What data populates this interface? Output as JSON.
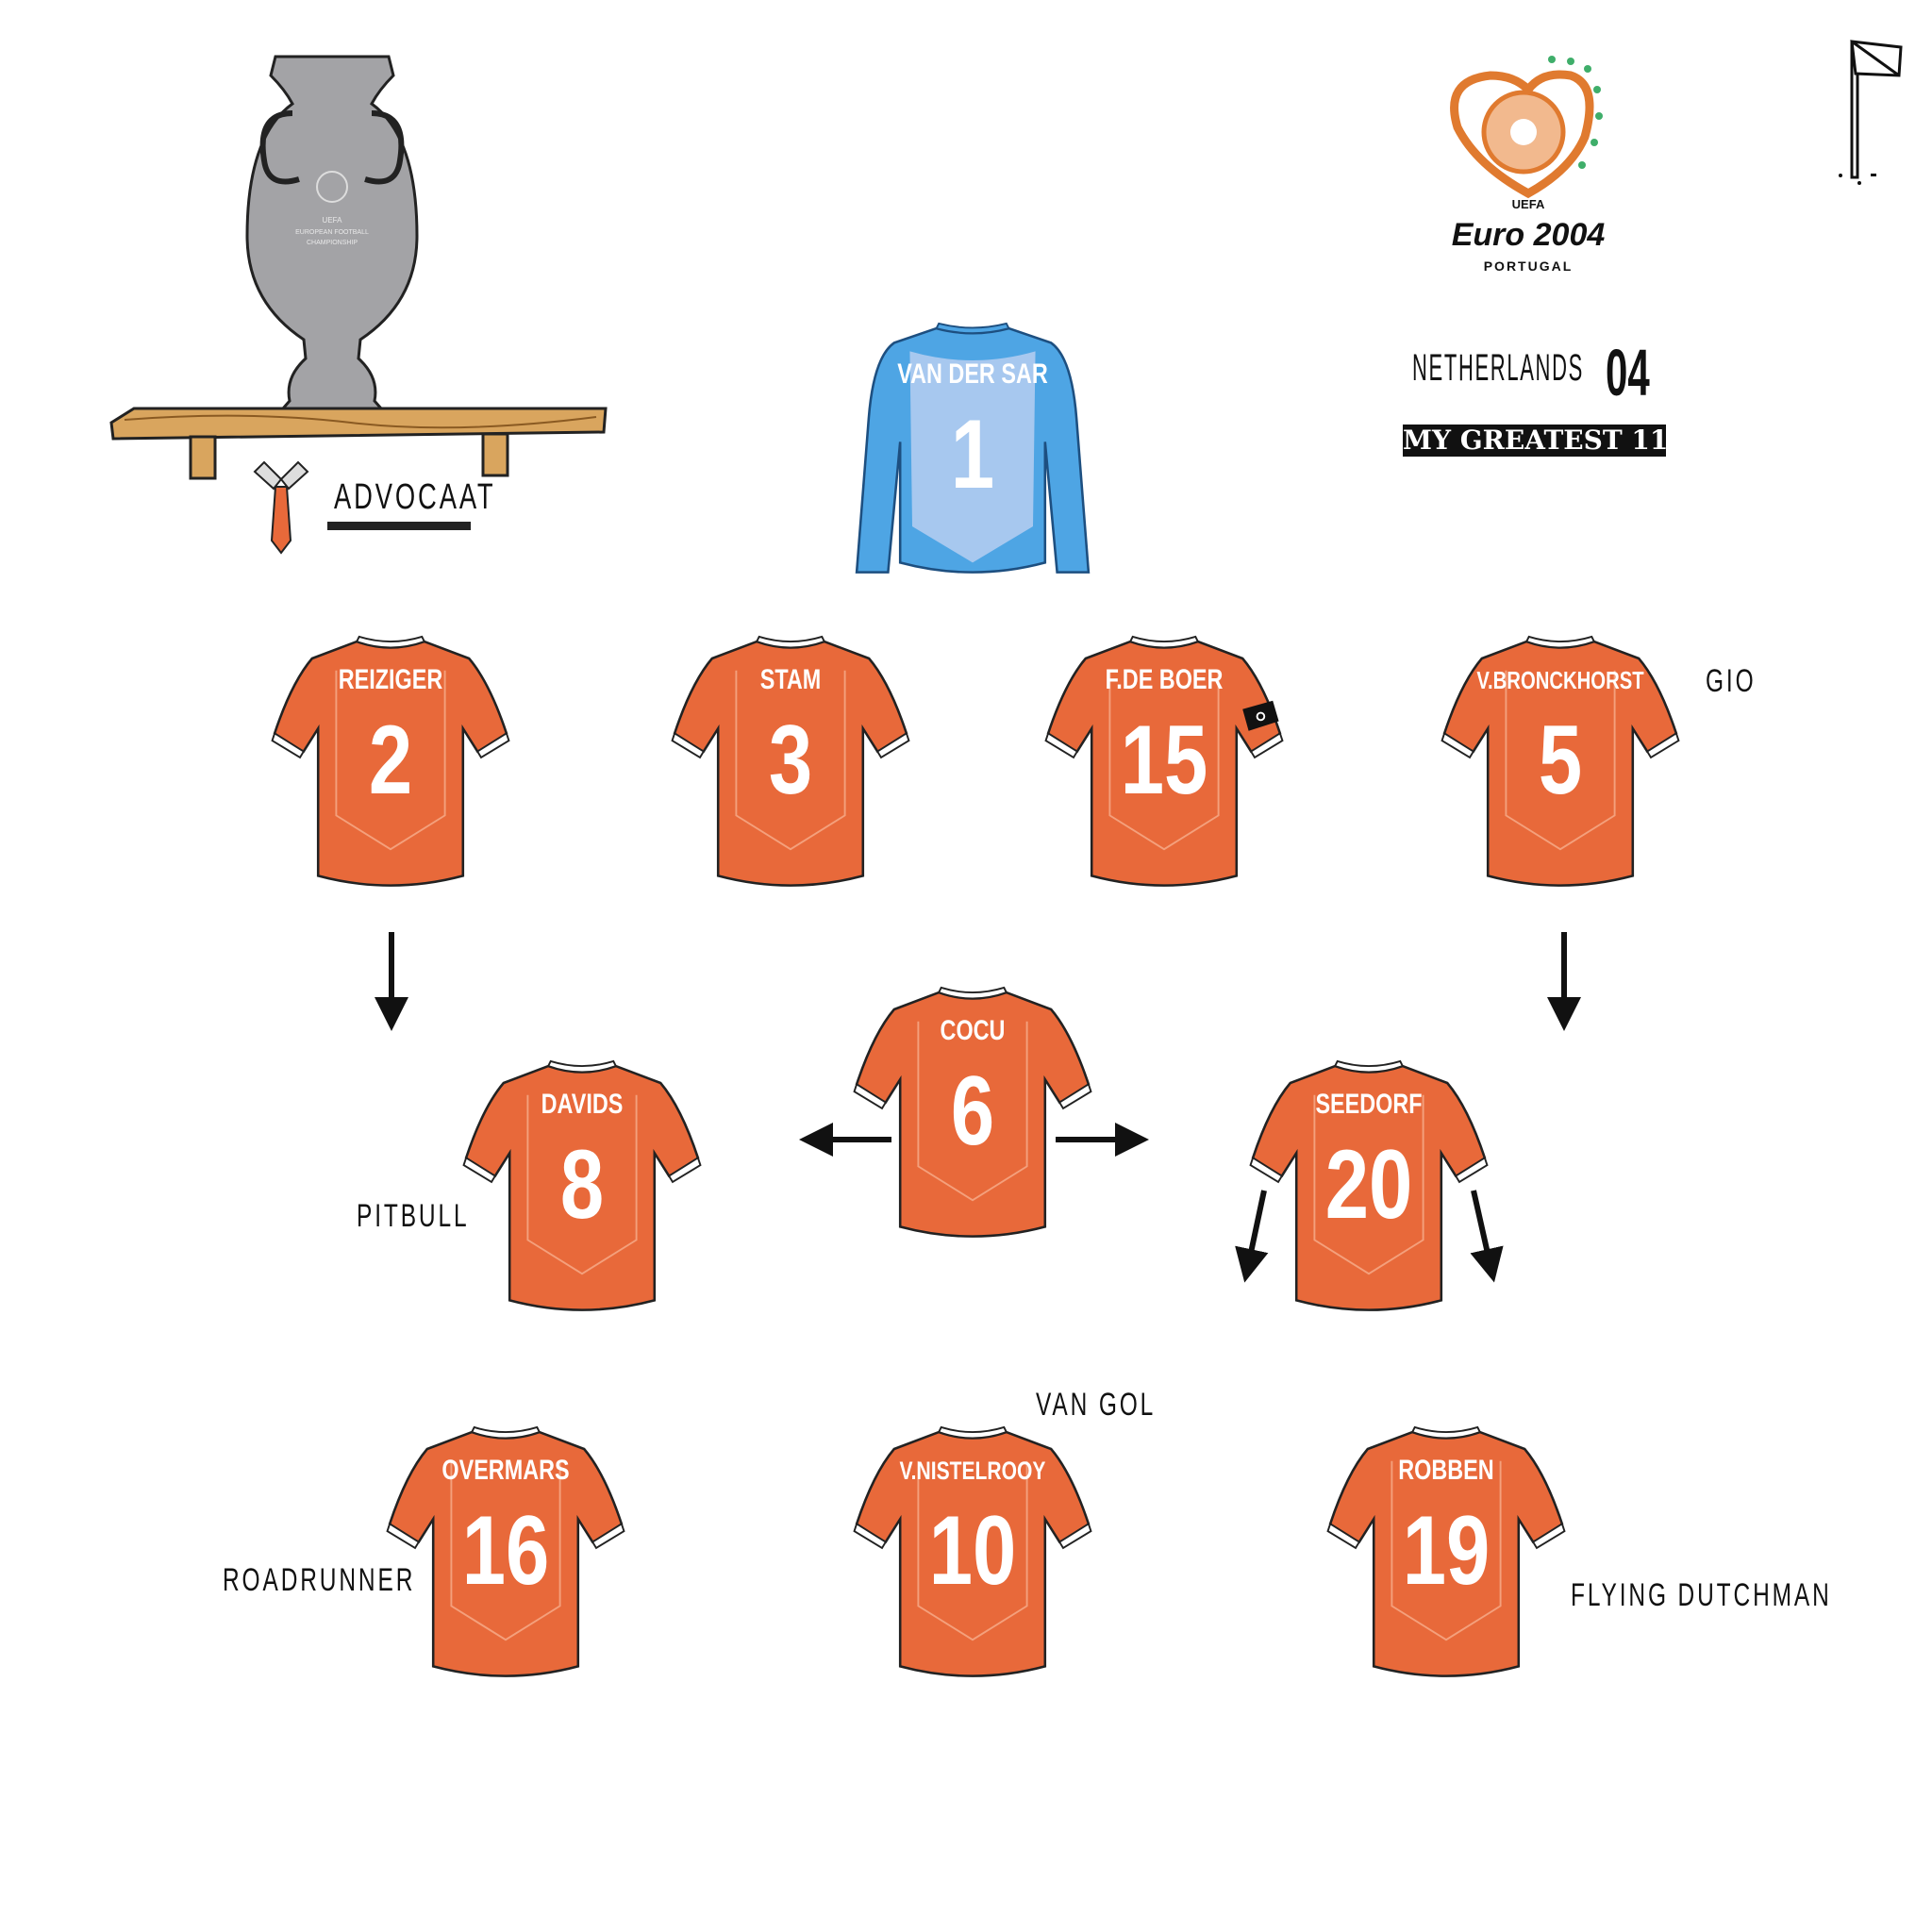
{
  "title": {
    "team": "NETHERLANDS",
    "year": "04",
    "subtitle": "MY GREATEST 11"
  },
  "logo": {
    "uefa": "UEFA",
    "name": "Euro 2004",
    "host": "PORTUGAL"
  },
  "trophy": {
    "inscription": "UEFA EUROPEAN FOOTBALL CHAMPIONSHIP"
  },
  "manager": {
    "name": "ADVOCAAT"
  },
  "colors": {
    "shirt": "#e8693a",
    "gk": "#4ea5e4",
    "gk_light": "#a7c8ef",
    "wood": "#d9a55e",
    "trophy": "#a3a3a6"
  },
  "goalkeeper": {
    "name": "VAN DER SAR",
    "number": "1"
  },
  "defenders": [
    {
      "name": "REIZIGER",
      "number": "2"
    },
    {
      "name": "STAM",
      "number": "3"
    },
    {
      "name": "F.DE BOER",
      "number": "15",
      "captain": true
    },
    {
      "name": "V.BRONCKHORST",
      "number": "5"
    }
  ],
  "midfielders": [
    {
      "name": "DAVIDS",
      "number": "8"
    },
    {
      "name": "COCU",
      "number": "6"
    },
    {
      "name": "SEEDORF",
      "number": "20"
    }
  ],
  "forwards": [
    {
      "name": "OVERMARS",
      "number": "16"
    },
    {
      "name": "V.NISTELROOY",
      "number": "10"
    },
    {
      "name": "ROBBEN",
      "number": "19"
    }
  ],
  "nicknames": {
    "gio": "GIO",
    "pitbull": "PITBULL",
    "van_gol": "VAN GOL",
    "roadrunner": "ROADRUNNER",
    "flying_dutchman": "FLYING DUTCHMAN"
  }
}
